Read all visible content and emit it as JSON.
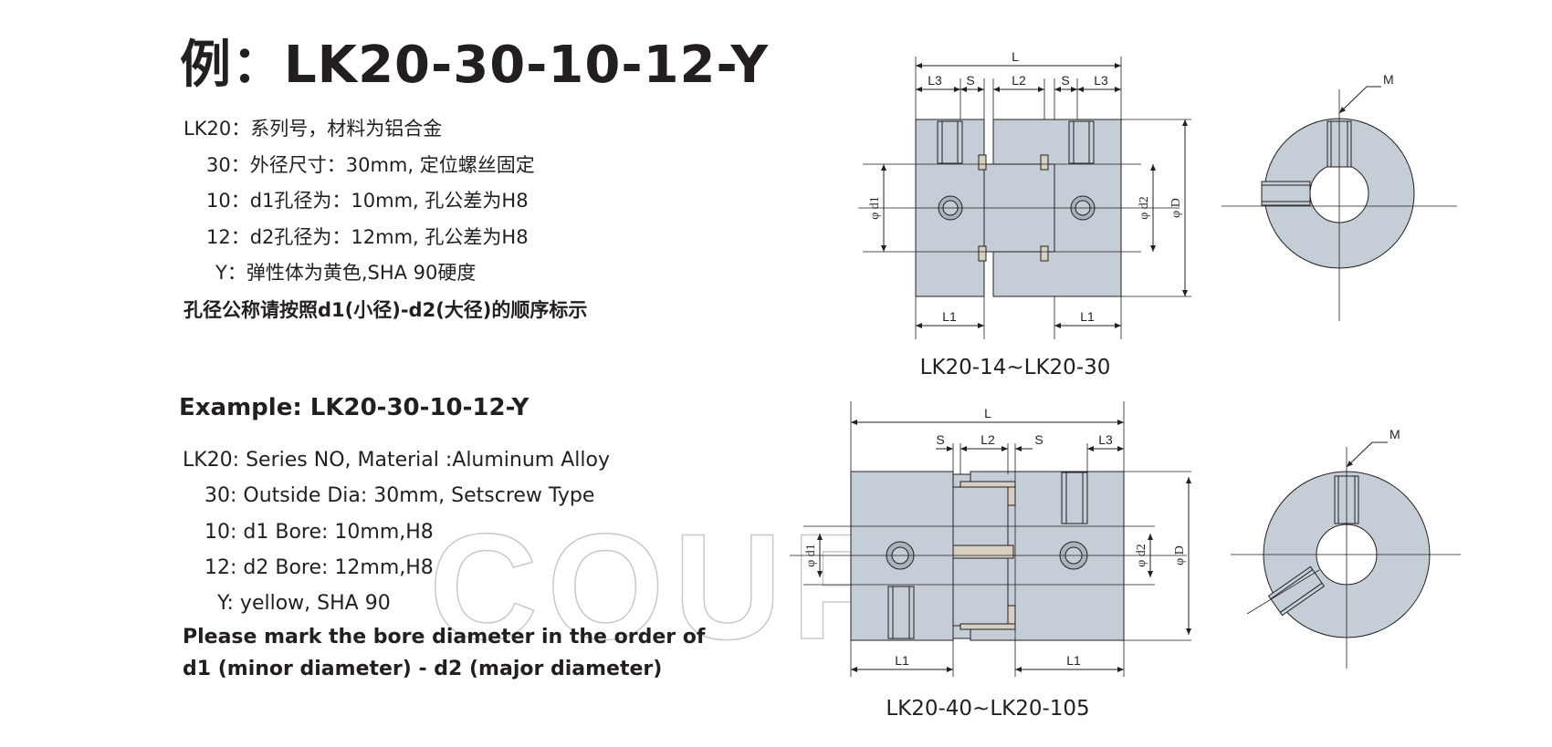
{
  "cn": {
    "title": "例：LK20-30-10-12-Y",
    "lines": [
      "LK20：系列号，材料为铝合金",
      "30：外径尺寸：30mm, 定位螺丝固定",
      "10：d1孔径为：10mm, 孔公差为H8",
      "12：d2孔径为：12mm, 孔公差为H8",
      "Y：弹性体为黄色,SHA  90硬度"
    ],
    "note": "孔径公称请按照d1(小径)-d2(大径)的顺序标示"
  },
  "en": {
    "title": "Example: LK20-30-10-12-Y",
    "lines": [
      "LK20: Series NO, Material :Aluminum Alloy",
      "30: Outside Dia: 30mm, Setscrew Type",
      "10: d1 Bore: 10mm,H8",
      "12: d2 Bore: 12mm,H8",
      "Y: yellow, SHA 90"
    ],
    "note1": "Please mark the bore diameter in the order of",
    "note2": "d1 (minor diameter) - d2 (major diameter)"
  },
  "watermark": "COUP-",
  "diagram_top": {
    "caption": "LK20-14~LK20-30",
    "labels": {
      "L": "L",
      "L3a": "L3",
      "Sa": "S",
      "L2": "L2",
      "Sb": "S",
      "L3b": "L3",
      "L1a": "L1",
      "L1b": "L1",
      "d1": "φ d1",
      "d2": "φ d2",
      "D": "φ D",
      "M": "M"
    }
  },
  "diagram_bottom": {
    "caption": "LK20-40~LK20-105",
    "labels": {
      "L": "L",
      "Sa": "S",
      "L2": "L2",
      "Sb": "S",
      "L3": "L3",
      "L1a": "L1",
      "L1b": "L1",
      "d1": "φ d1",
      "d2": "φ d2",
      "D": "φ D",
      "M": "M"
    }
  },
  "colors": {
    "body": "#c5ced6",
    "insert": "#d6d0c2",
    "line": "#231f20",
    "watermark": "#c8c8c8"
  }
}
